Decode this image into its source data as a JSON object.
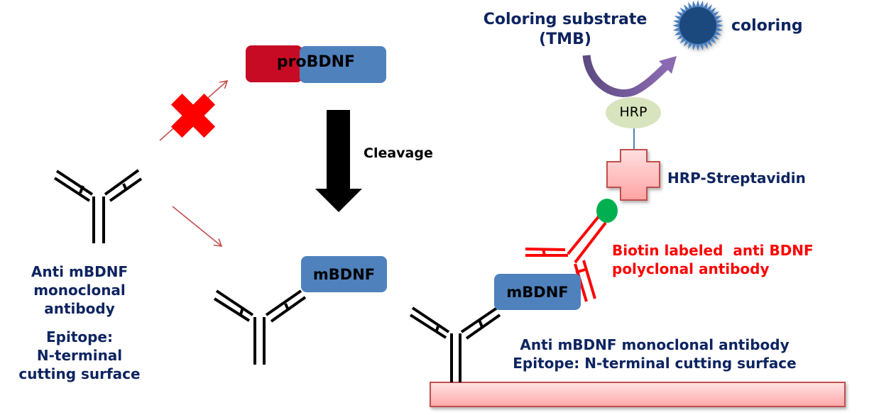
{
  "diagram": {
    "title_region": {
      "substrate_label_line1": "Coloring substrate",
      "substrate_label_line2": "(TMB)",
      "coloring_label": "coloring"
    },
    "probdnf": {
      "label": "proBDNF",
      "pro_color": "#c80b24",
      "bdnf_color": "#4f81bd"
    },
    "cleavage_label": "Cleavage",
    "mbdnf_free_label": "mBDNF",
    "mbdnf_bound_label": "mBDNF",
    "left_antibody_caption": {
      "lines": [
        "Anti mBDNF",
        "monoclonal",
        "antibody"
      ],
      "epitope_lines": [
        "Epitope:",
        "N-terminal",
        "cutting surface"
      ]
    },
    "hrp_label": "HRP",
    "hrp_streptavidin_label": "HRP-Streptavidin",
    "biotin_antibody_label": {
      "line1": "Biotin labeled  anti BDNF",
      "line2": "polyclonal antibody"
    },
    "capture_antibody_caption": {
      "line1": "Anti mBDNF monoclonal antibody",
      "line2": "Epitope: N-terminal cutting surface"
    },
    "colors": {
      "navy_text": "#0d2460",
      "blue_box": "#4f81bd",
      "red_box": "#c80b24",
      "biotin_red": "#ff0000",
      "biotin_dot": "#00b050",
      "hrp_ellipse": "#d7e4bd",
      "arrow_purple": "#7a5a9a",
      "plate_pink": "#ffc7c7",
      "plate_border": "#c0504d",
      "star_blue": "#1f497d"
    },
    "blocked_path_icon": "cross-mark",
    "allowed_path_icon": "arrow"
  }
}
